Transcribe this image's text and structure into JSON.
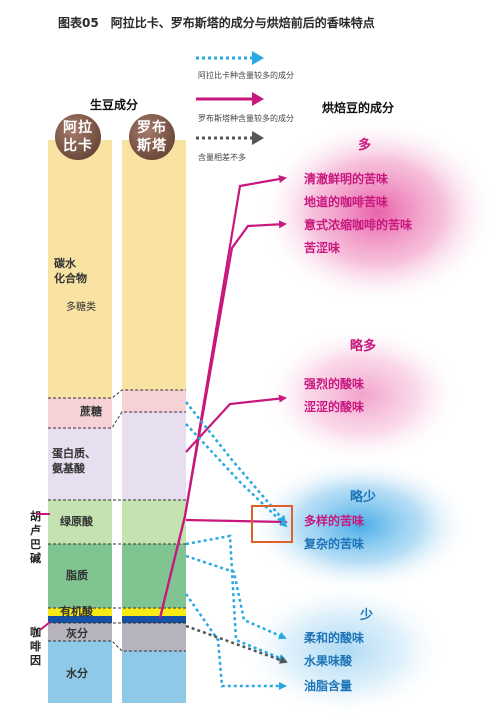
{
  "title": "图表05　阿拉比卡、罗布斯塔的成分与烘焙前后的香味特点",
  "legend": [
    {
      "text": "阿拉比卡种含量较多的成分",
      "color": "#2aa9e0",
      "style": "dotted"
    },
    {
      "text": "罗布斯塔种含量较多的成分",
      "color": "#c8187e",
      "style": "solid"
    },
    {
      "text": "含量相差不多",
      "color": "#555555",
      "style": "dotted"
    }
  ],
  "headings": {
    "green_bean": "生豆成分",
    "roasted_bean": "烘焙豆的成分"
  },
  "beans": {
    "arabica": "阿拉\n比卡",
    "robusta": "罗布\n斯塔"
  },
  "components": {
    "carbs": "碳水\n化合物",
    "polysaccharides": "多糖类",
    "sucrose": "蔗糖",
    "protein": "蛋白质、\n氨基酸",
    "chlorogenic": "绿原酸",
    "lipids": "脂质",
    "organic_acid": "有机酸",
    "ash": "灰分",
    "water": "水分",
    "trigonelline": "胡\n卢\n巴\n碱",
    "caffeine": "咖\n啡\n因"
  },
  "colors": {
    "carbs": "#f9e3a3",
    "sucrose": "#f6d2d6",
    "protein": "#e7dff0",
    "chlorogenic": "#c5e2b1",
    "lipids": "#7fc491",
    "organic_acid_yellow": "#f7ea16",
    "organic_acid_blue": "#1550a6",
    "ash": "#b6b3bd",
    "water": "#8fc9e8",
    "pink": "#c8187e",
    "blue": "#2aa9e0",
    "highlight_box": "#e0602b"
  },
  "levels": {
    "many": "多",
    "rather_many": "略多",
    "rather_few": "略少",
    "few": "少"
  },
  "flavors": {
    "many": [
      "清澈鲜明的苦味",
      "地道的咖啡苦味",
      "意式浓缩咖啡的苦味",
      "苦涩味"
    ],
    "rather_many": [
      "强烈的酸味",
      "涩涩的酸味"
    ],
    "rather_few": [
      "多样的苦味",
      "复杂的苦味"
    ],
    "few": [
      "柔和的酸味",
      "水果味酸",
      "油脂含量"
    ]
  }
}
